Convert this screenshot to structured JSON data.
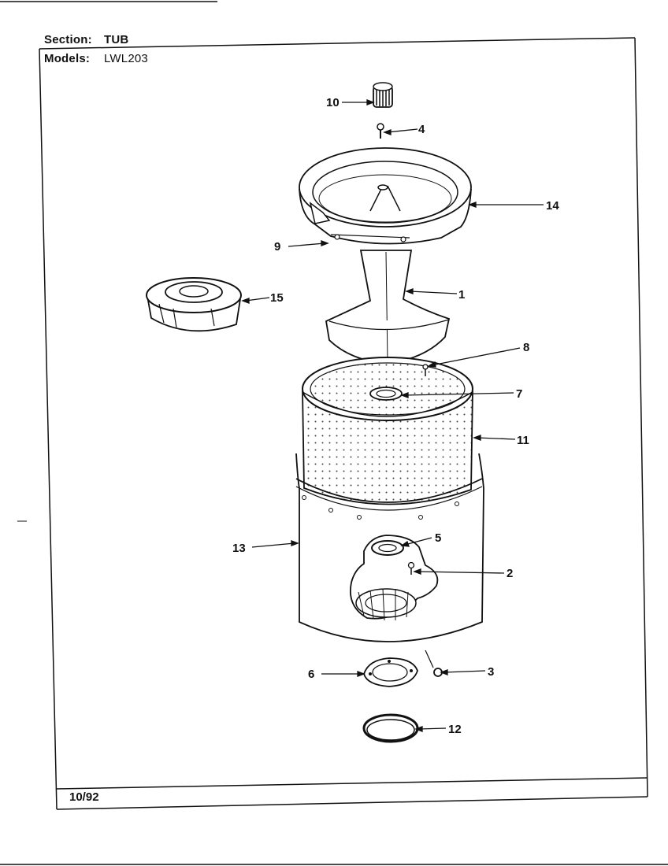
{
  "header": {
    "section_label": "Section:",
    "section_value": "TUB",
    "models_label": "Models:",
    "models_value": "LWL203"
  },
  "footer": {
    "date": "10/92"
  },
  "parts": [
    {
      "id": "part-1",
      "number": "1"
    },
    {
      "id": "part-2",
      "number": "2"
    },
    {
      "id": "part-3",
      "number": "3"
    },
    {
      "id": "part-4",
      "number": "4"
    },
    {
      "id": "part-5",
      "number": "5"
    },
    {
      "id": "part-6",
      "number": "6"
    },
    {
      "id": "part-7",
      "number": "7"
    },
    {
      "id": "part-8",
      "number": "8"
    },
    {
      "id": "part-9",
      "number": "9"
    },
    {
      "id": "part-10",
      "number": "10"
    },
    {
      "id": "part-11",
      "number": "11"
    },
    {
      "id": "part-12",
      "number": "12"
    },
    {
      "id": "part-13",
      "number": "13"
    },
    {
      "id": "part-14",
      "number": "14"
    },
    {
      "id": "part-15",
      "number": "15"
    }
  ]
}
